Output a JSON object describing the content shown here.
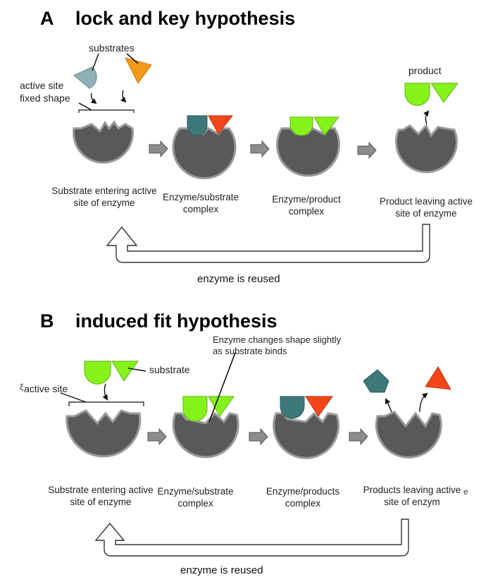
{
  "colors": {
    "enzyme": "#595959",
    "enzyme_rim": "#9a9a9a",
    "substrate_blue_gray": "#8fb0b5",
    "substrate_teal": "#3f787b",
    "substrate_orange": "#f39a1a",
    "substrate_red": "#f2461a",
    "product_green": "#86f21c",
    "arrow_gray": "#8c8c8c"
  },
  "panel_a": {
    "letter": "A",
    "title": "lock and key hypothesis",
    "label_substrates": "substrates",
    "label_active_site": "active site",
    "label_fixed_shape": "fixed shape",
    "label_product": "product",
    "caption_1": "Substrate entering active site of enzyme",
    "caption_2": "Enzyme/substrate complex",
    "caption_3": "Enzyme/product complex",
    "caption_4": "Product leaving active site of enzyme",
    "reuse_label": "enzyme is reused"
  },
  "panel_b": {
    "letter": "B",
    "title": "induced fit hypothesis",
    "label_substrate": "substrate",
    "label_active_site_mark": "ξ",
    "label_active_site": "active site",
    "label_enzyme_changes": "Enzyme changes shape slightly as substrate binds",
    "caption_1": "Substrate entering active site of enzyme",
    "caption_2": "Enzyme/substrate complex",
    "caption_3": "Enzyme/products complex",
    "caption_4": "Products leaving active site of enzym",
    "caption_4_extra": "e",
    "reuse_label": "enzyme is reused"
  }
}
